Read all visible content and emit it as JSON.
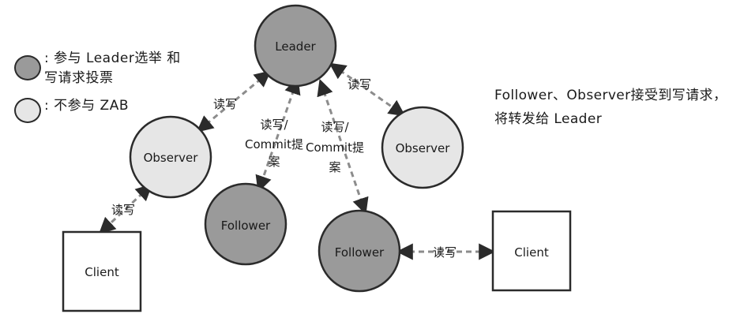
{
  "legend": {
    "participant": {
      "prefix": ": ",
      "text": "参与 Leader选举 和\n写请求投票",
      "color": "#9a9a9a"
    },
    "nonparticipant": {
      "prefix": ": ",
      "text": "不参与 ZAB",
      "color": "#e6e6e6"
    }
  },
  "note": {
    "line1": "Follower、Observer接受到写请求，",
    "line2": "将转发给 Leader"
  },
  "nodes": {
    "leader": {
      "label": "Leader",
      "kind": "participant"
    },
    "observer_left": {
      "label": "Observer",
      "kind": "nonparticipant"
    },
    "observer_right": {
      "label": "Observer",
      "kind": "nonparticipant"
    },
    "follower_left": {
      "label": "Follower",
      "kind": "participant"
    },
    "follower_right": {
      "label": "Follower",
      "kind": "participant"
    },
    "client_left": {
      "label": "Client",
      "kind": "client"
    },
    "client_right": {
      "label": "Client",
      "kind": "client"
    }
  },
  "edges": {
    "leader_observer_left": {
      "label": "读写"
    },
    "leader_observer_right": {
      "label": "读写"
    },
    "leader_follower_left": {
      "label_line1": "读写/",
      "label_line2": "Commit提",
      "label_line3": "案"
    },
    "leader_follower_right": {
      "label_line1": "读写/",
      "label_line2": "Commit提",
      "label_line3": "案"
    },
    "observer_left_client": {
      "label": "读写"
    },
    "follower_right_client": {
      "label": "读写"
    }
  },
  "colors": {
    "participant": "#9a9a9a",
    "nonparticipant": "#e6e6e6",
    "stroke": "#2b2b2b",
    "dashed_edge": "#8c8c8c"
  }
}
